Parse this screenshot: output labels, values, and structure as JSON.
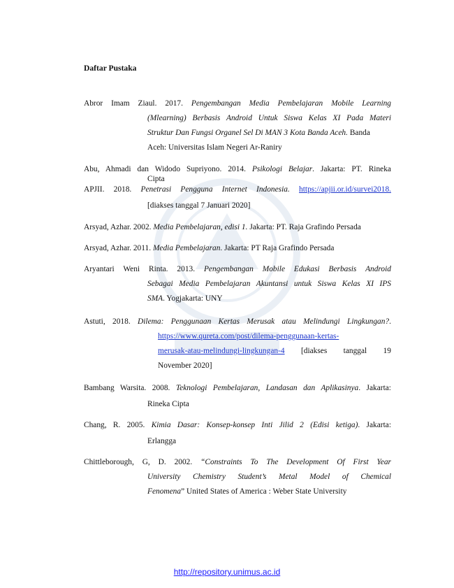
{
  "document": {
    "title": "Daftar Pustaka",
    "references": {
      "r1": {
        "l1_plain": "Abror Imam Ziaul. 2017.",
        "l1_italic": "Pengembangan Media Pembelajaran Mobile Learning",
        "l2_italic": "(Mlearning) Berbasis Android Untuk Siswa Kelas XI Pada Materi",
        "l3_italic": "Struktur Dan Fungsi Organel Sel Di MAN 3 Kota Banda Aceh.",
        "l3_plain": "Banda",
        "l4_plain": "Aceh: Universitas Islam Negeri Ar-Raniry"
      },
      "r2": {
        "l1_plain": "Abu, Ahmadi dan Widodo Supriyono. 2014.",
        "l1_italic": "Psikologi Belajar",
        "l1_plain_b": ". Jakarta: PT. Rineka",
        "l2_plain": "Cipta"
      },
      "r3": {
        "l1_plain": "APJII. 2018.",
        "l1_italic": "Penetrasi Pengguna Internet Indonesia.",
        "l1_link": "https://apjii.or.id/survei2018.",
        "l2_plain": "[diakses tanggal 7 Januari 2020]"
      },
      "r4": {
        "l1_plain": "Arsyad, Azhar. 2002.",
        "l1_italic": "Media Pembelajaran, edisi 1.",
        "l1_plain_b": "Jakarta: PT. Raja Grafindo Persada"
      },
      "r5": {
        "l1_plain": "Arsyad, Azhar. 2011.",
        "l1_italic": "Media Pembelajaran",
        "l1_plain_b": ". Jakarta: PT Raja Grafindo Persada"
      },
      "r6": {
        "l1_plain": "Aryantari Weni Rinta. 2013.",
        "l1_italic": "Pengembangan Mobile Edukasi Berbasis Android",
        "l2_italic": "Sebagai Media Pembelajaran Akuntansi untuk Siswa Kelas XI IPS",
        "l3_italic": "SMA",
        "l3_plain": ". Yogjakarta: UNY"
      },
      "r7": {
        "l1_plain": "Astuti, 2018.",
        "l1_italic": "Dilema: Penggunaan Kertas Merusak atau Melindungi Lingkungan?",
        "l1_plain_b": ".",
        "l2_link": "https://www.qureta.com/post/dilema-penggunaan-kertas-",
        "l3_link": "merusak-atau-melindungi-lingkungan-4",
        "l3_plain": "[diakses tanggal 19",
        "l4_plain": "November 2020]"
      },
      "r8": {
        "l1_plain": "Bambang Warsita. 2008.",
        "l1_italic": "Teknologi Pembelajaran, Landasan dan Aplikasinya",
        "l1_plain_b": ". Jakarta:",
        "l2_plain": "Rineka Cipta"
      },
      "r9": {
        "l1_plain": "Chang, R. 2005.",
        "l1_italic": "Kimia Dasar: Konsep-konsep Inti Jilid 2 (Edisi ketiga)",
        "l1_plain_b": ". Jakarta:",
        "l2_plain": "Erlangga"
      },
      "r10": {
        "l1_plain": "Chittleborough, G, D. 2002.",
        "l1_italic": "“Constraints To The Development Of First Year",
        "l2_italic": "University Chemistry Student’s Metal Model of Chemical",
        "l3_italic": "Fenomena",
        "l3_plain": "” United States of America : Weber State University"
      }
    }
  },
  "footer": {
    "url": "http://repository.unimus.ac.id"
  },
  "colors": {
    "link": "#1a33cc",
    "footer_link": "#1a1aff"
  }
}
